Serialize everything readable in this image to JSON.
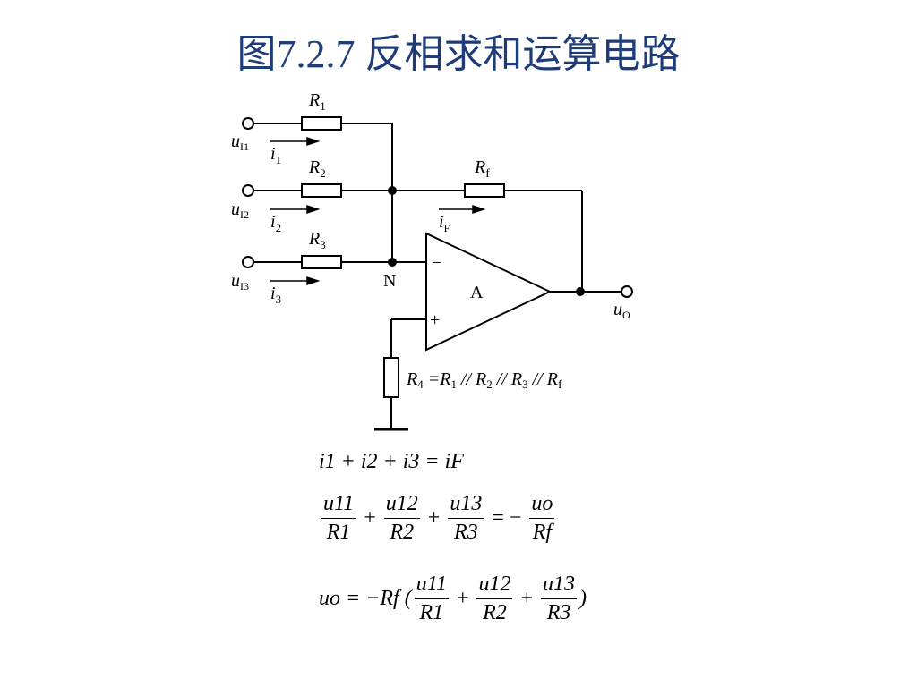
{
  "title": "图7.2.7 反相求和运算电路",
  "circuit": {
    "inputs": [
      {
        "u": "u",
        "u_sub": "I1",
        "i": "i",
        "i_sub": "1",
        "r": "R",
        "r_sub": "1"
      },
      {
        "u": "u",
        "u_sub": "I2",
        "i": "i",
        "i_sub": "2",
        "r": "R",
        "r_sub": "2"
      },
      {
        "u": "u",
        "u_sub": "I3",
        "i": "i",
        "i_sub": "3",
        "r": "R",
        "r_sub": "3"
      }
    ],
    "feedback": {
      "r": "R",
      "r_sub": "f",
      "i": "i",
      "i_sub": "F"
    },
    "node_label": "N",
    "amp_label": "A",
    "minus_sign": "−",
    "plus_sign": "+",
    "output": {
      "u": "u",
      "u_sub": "O"
    },
    "r4": {
      "parts": [
        {
          "t": "R",
          "s": "4"
        },
        {
          "t": "=R",
          "s": "1"
        },
        {
          "t": " // R",
          "s": "2"
        },
        {
          "t": " // R",
          "s": "3"
        },
        {
          "t": " // R",
          "s": "f"
        }
      ]
    }
  },
  "equations": {
    "eq1": "i1 + i2 + i3 = iF",
    "eq2": {
      "terms": [
        {
          "num": "u11",
          "den": "R1"
        },
        {
          "num": "u12",
          "den": "R2"
        },
        {
          "num": "u13",
          "den": "R3"
        }
      ],
      "rhs_sign": "= −",
      "rhs": {
        "num": "uo",
        "den": "Rf"
      }
    },
    "eq3": {
      "lhs": "uo = −Rf (",
      "terms": [
        {
          "num": "u11",
          "den": "R1"
        },
        {
          "num": "u12",
          "den": "R2"
        },
        {
          "num": "u13",
          "den": "R3"
        }
      ],
      "close": ")"
    }
  }
}
